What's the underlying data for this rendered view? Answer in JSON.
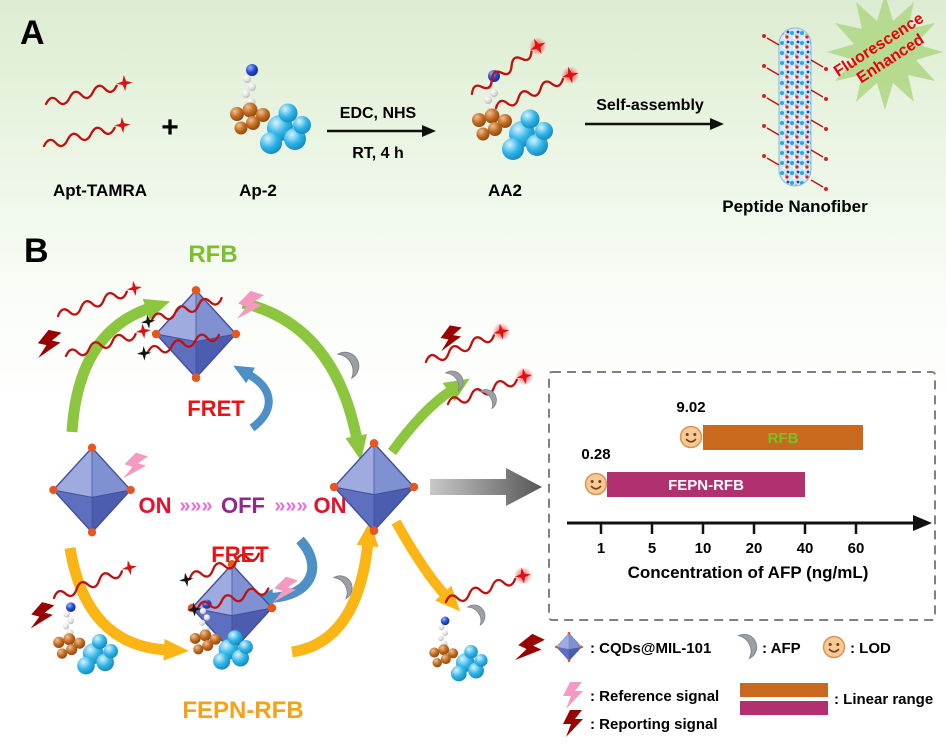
{
  "figure": {
    "panel_a": {
      "panel_label": "A",
      "apt_tamra": "Apt-TAMRA",
      "plus": "+",
      "ap2": "Ap-2",
      "reaction_line1": "EDC, NHS",
      "reaction_line2": "RT, 4 h",
      "aa2": "AA2",
      "assembly": "Self-assembly",
      "nanofiber": "Peptide Nanofiber",
      "burst_line1": "Fluorescence",
      "burst_line2": "Enhanced"
    },
    "panel_b": {
      "panel_label": "B",
      "rfb": "RFB",
      "fret_top": "FRET",
      "fret_bottom": "FRET",
      "on1": "ON",
      "chevrons1": "»»»",
      "off": "OFF",
      "chevrons2": "»»»",
      "on2": "ON",
      "fepn_rfb": "FEPN-RFB"
    },
    "chart": {
      "rfb_lod": "9.02",
      "fepn_lod": "0.28",
      "rfb_bar_label": "RFB",
      "fepn_bar_label": "FEPN-RFB",
      "tick_labels": [
        "1",
        "5",
        "10",
        "20",
        "40",
        "60"
      ],
      "xlabel": "Concentration of AFP (ng/mL)"
    },
    "legend": {
      "cqds": ": CQDs@MIL-101",
      "afp": ": AFP",
      "lod": ": LOD",
      "reference": ": Reference signal",
      "reporting": ": Reporting signal",
      "linear_range": ": Linear range"
    }
  },
  "chart_data": {
    "type": "bar",
    "orientation": "horizontal",
    "xlabel": "Concentration of AFP (ng/mL)",
    "x_ticks": [
      1,
      5,
      10,
      20,
      40,
      60
    ],
    "x_scale": "nonlinear (evenly spaced tick marks)",
    "series": [
      {
        "name": "RFB",
        "linear_range_ng_per_mL": [
          10,
          60
        ],
        "lod_ng_per_mL": 9.02,
        "color": "#c8691e"
      },
      {
        "name": "FEPN-RFB",
        "linear_range_ng_per_mL": [
          1,
          40
        ],
        "lod_ng_per_mL": 0.28,
        "color": "#b03070"
      }
    ],
    "legend_position": "below",
    "grid": false
  },
  "colors": {
    "rfb_green": "#7cc02a",
    "fepn_orange": "#f7a11a",
    "fret_red": "#ee1111",
    "bar_orange": "#c8691e",
    "bar_magenta": "#b03070",
    "diamond_blue": "#8091d2",
    "afp_gray": "#9aa0a6",
    "reference_pink": "#f49ac1",
    "reporting_darkred": "#990000",
    "burst_green": "#b2d98a"
  }
}
